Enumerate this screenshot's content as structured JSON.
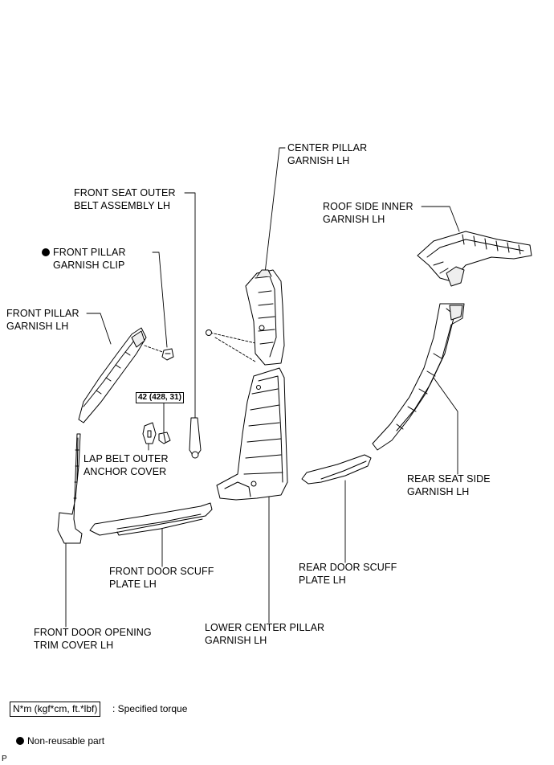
{
  "labels": {
    "center_pillar_garnish": [
      "CENTER PILLAR",
      "GARNISH LH"
    ],
    "front_seat_outer_belt": [
      "FRONT SEAT OUTER",
      "BELT ASSEMBLY LH"
    ],
    "roof_side_inner_garnish": [
      "ROOF SIDE INNER",
      "GARNISH LH"
    ],
    "front_pillar_garnish_clip": [
      "FRONT PILLAR",
      "GARNISH CLIP"
    ],
    "front_pillar_garnish": [
      "FRONT PILLAR",
      "GARNISH LH"
    ],
    "lap_belt_outer_anchor_cover": [
      "LAP BELT OUTER",
      "ANCHOR COVER"
    ],
    "rear_seat_side_garnish": [
      "REAR SEAT SIDE",
      "GARNISH LH"
    ],
    "front_door_scuff_plate": [
      "FRONT DOOR SCUFF",
      "PLATE LH"
    ],
    "rear_door_scuff_plate": [
      "REAR DOOR SCUFF",
      "PLATE LH"
    ],
    "front_door_opening_trim": [
      "FRONT DOOR OPENING",
      "TRIM COVER LH"
    ],
    "lower_center_pillar_garnish": [
      "LOWER CENTER PILLAR",
      "GARNISH LH"
    ]
  },
  "torque": "42 (428, 31)",
  "legend": {
    "torque_units": "N*m (kgf*cm, ft.*lbf)",
    "torque_desc": ": Specified torque",
    "non_reusable": "Non-reusable part"
  },
  "corner_mark": "P",
  "colors": {
    "ink": "#000000",
    "paper": "#ffffff",
    "shade": "#d9d9d9"
  }
}
